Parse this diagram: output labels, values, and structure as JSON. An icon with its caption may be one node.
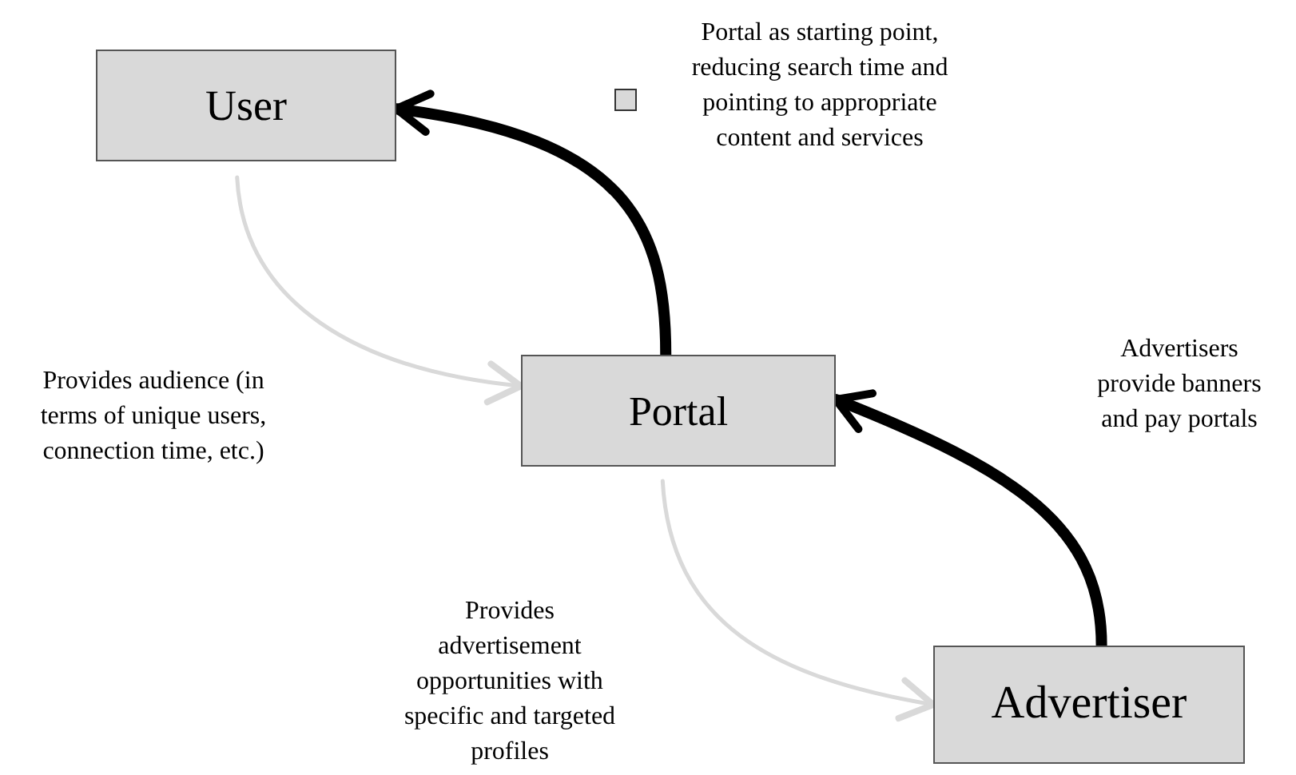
{
  "diagram": {
    "nodes": [
      {
        "text": [
          "User"
        ]
      },
      {
        "text": [
          "Portal"
        ]
      },
      {
        "text": [
          "Advertiser"
        ]
      }
    ],
    "edges": [
      {
        "from": 1,
        "to": 0,
        "arrow": "to",
        "style": "thick",
        "label": "Portal as starting point, reducing search time and pointing to appropriate content and services"
      },
      {
        "from": 0,
        "to": 1,
        "arrow": "to",
        "color": "#d9d9d9",
        "label": "Provides audience (in terms of unique users, connection time, etc.)"
      },
      {
        "from": 2,
        "to": 1,
        "arrow": "to",
        "style": "thick",
        "label": "Advertisers provide banners and pay portals"
      },
      {
        "from": 1,
        "to": 2,
        "arrow": "to",
        "color": "#d9d9d9",
        "label": "Provides advertisement opportunities with specific and targeted profiles"
      }
    ]
  }
}
